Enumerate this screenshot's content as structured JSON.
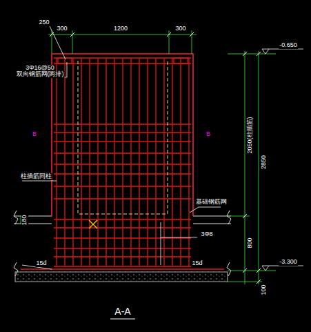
{
  "diagram": {
    "caption": "A-A",
    "labels": [
      "300",
      "1200",
      "300",
      "250",
      "3Φ16@50",
      "双向钢筋网(两排)",
      "B",
      "B",
      "柱插筋同柱",
      "基础钢筋网",
      "180",
      "3Φ8",
      "15d",
      "15d",
      "-0.650",
      "2050(柱插筋)",
      "2850",
      "800",
      "-3.300",
      "100"
    ]
  }
}
